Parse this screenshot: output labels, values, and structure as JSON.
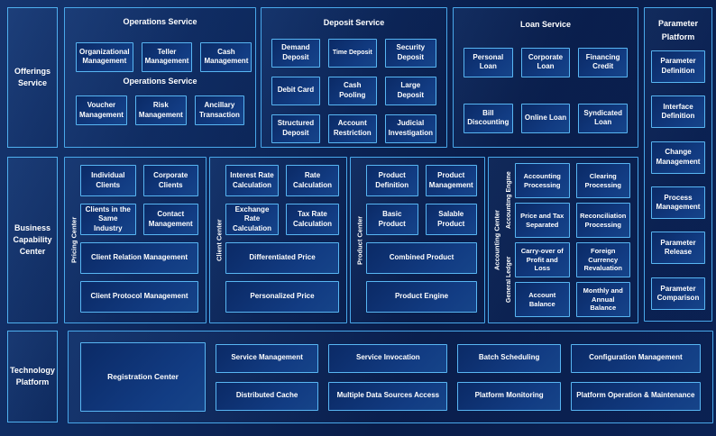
{
  "palette": {
    "background": "#0a1f4e",
    "panel_border": "#49a8ea",
    "box_border": "#58b6f3",
    "box_fill_dark": "#0b2a66",
    "box_fill_light": "#164489",
    "text": "#ffffff"
  },
  "left_rail": [
    "Offerings Service",
    "Business Capability Center",
    "Technology Platform"
  ],
  "operations": {
    "title": "Operations Service",
    "subtitle": "Operations Service",
    "row1": [
      "Organizational Management",
      "Teller Management",
      "Cash Management"
    ],
    "row2": [
      "Voucher Management",
      "Risk Management",
      "Ancillary Transaction"
    ]
  },
  "deposit": {
    "title": "Deposit Service",
    "items": [
      "Demand Deposit",
      "Time Deposit",
      "Security Deposit",
      "Debit Card",
      "Cash Pooling",
      "Large Deposit",
      "Structured Deposit",
      "Account Restriction",
      "Judicial Investigation"
    ]
  },
  "loan": {
    "title": "Loan Service",
    "row1": [
      "Personal Loan",
      "Corporate Loan",
      "Financing Credit"
    ],
    "row2": [
      "Bill Discounting",
      "Online Loan",
      "Syndicated Loan"
    ]
  },
  "parameter": {
    "title": "Parameter Platform",
    "items": [
      "Parameter Definition",
      "Interface Definition",
      "Change Management",
      "Process Management",
      "Parameter Release",
      "Parameter Comparison"
    ]
  },
  "centers": [
    {
      "label": "Pricing Center",
      "small": [
        "Individual Clients",
        "Corporate Clients",
        "Clients in the Same Industry",
        "Contact Management"
      ],
      "wide": [
        "Client Relation Management",
        "Client Protocol Management"
      ]
    },
    {
      "label": "Client Center",
      "small": [
        "Interest Rate Calculation",
        "Rate Calculation",
        "Exchange Rate Calculation",
        "Tax Rate Calculation"
      ],
      "wide": [
        "Differentiated Price",
        "Personalized Price"
      ]
    },
    {
      "label": "Product Center",
      "small": [
        "Product Definition",
        "Product Management",
        "Basic Product",
        "Salable Product"
      ],
      "wide": [
        "Combined Product",
        "Product Engine"
      ]
    }
  ],
  "accounting": {
    "label": "Accounting Center",
    "groups": [
      {
        "label": "Accounting Engine",
        "items": [
          "Accounting Processing",
          "Clearing Processing",
          "Price and Tax Separated",
          "Reconciliation Processing"
        ]
      },
      {
        "label": "General Ledger",
        "items": [
          "Carry-over of Profit and Loss",
          "Foreign Currency Revaluation",
          "Account Balance",
          "Monthly and Annual Balance"
        ]
      }
    ]
  },
  "bottom": {
    "registration": "Registration Center",
    "columns": [
      {
        "top": "Service Management",
        "bottom": "Distributed Cache"
      },
      {
        "top": "Service Invocation",
        "bottom": "Multiple Data Sources Access"
      },
      {
        "top": "Batch Scheduling",
        "bottom": "Platform Monitoring"
      },
      {
        "top": "Configuration Management",
        "bottom": "Platform Operation & Maintenance"
      }
    ]
  }
}
